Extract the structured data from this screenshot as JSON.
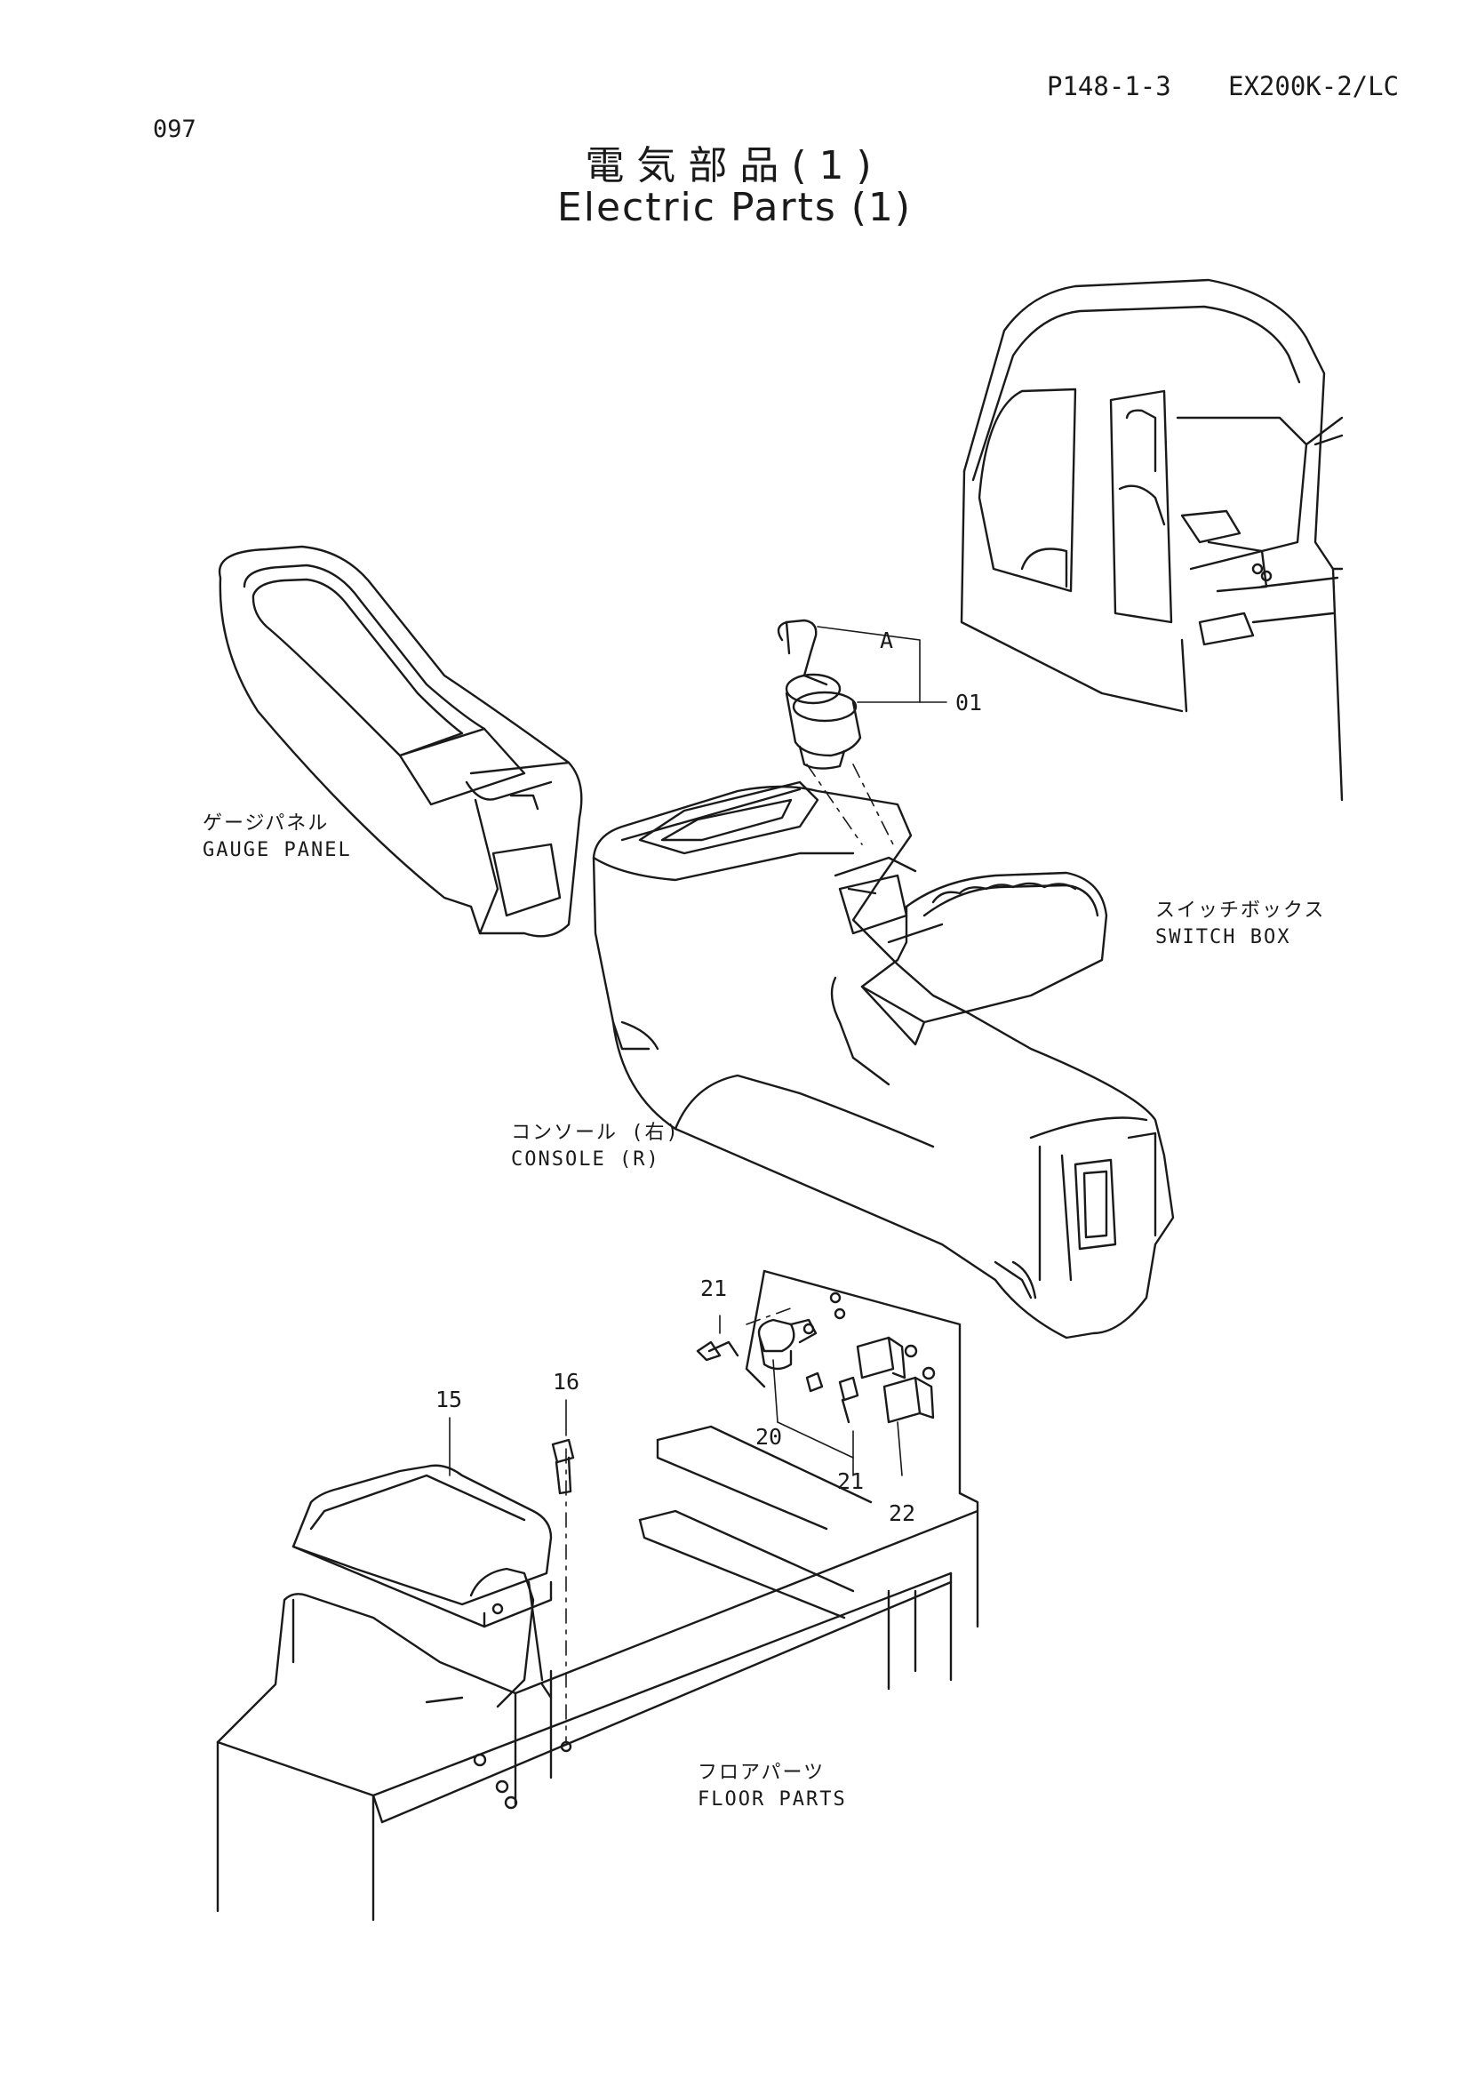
{
  "header": {
    "page_number": "097",
    "reference": "P148-1-3",
    "model": "EX200K-2/LC",
    "title_ja": "電気部品(1)",
    "title_en": "Electric Parts (1)"
  },
  "labels": {
    "gauge_panel": {
      "ja": "ゲージパネル",
      "en": "GAUGE PANEL"
    },
    "switch_box": {
      "ja": "スイッチボックス",
      "en": "SWITCH BOX"
    },
    "console_r": {
      "ja": "コンソール (右)",
      "en": "CONSOLE (R)"
    },
    "floor_parts": {
      "ja": "フロアパーツ",
      "en": "FLOOR PARTS"
    }
  },
  "callouts": {
    "part_01": "01",
    "detail_a": "A",
    "part_15": "15",
    "part_16": "16",
    "part_20": "20",
    "part_21_upper": "21",
    "part_21_lower": "21",
    "part_22": "22"
  }
}
